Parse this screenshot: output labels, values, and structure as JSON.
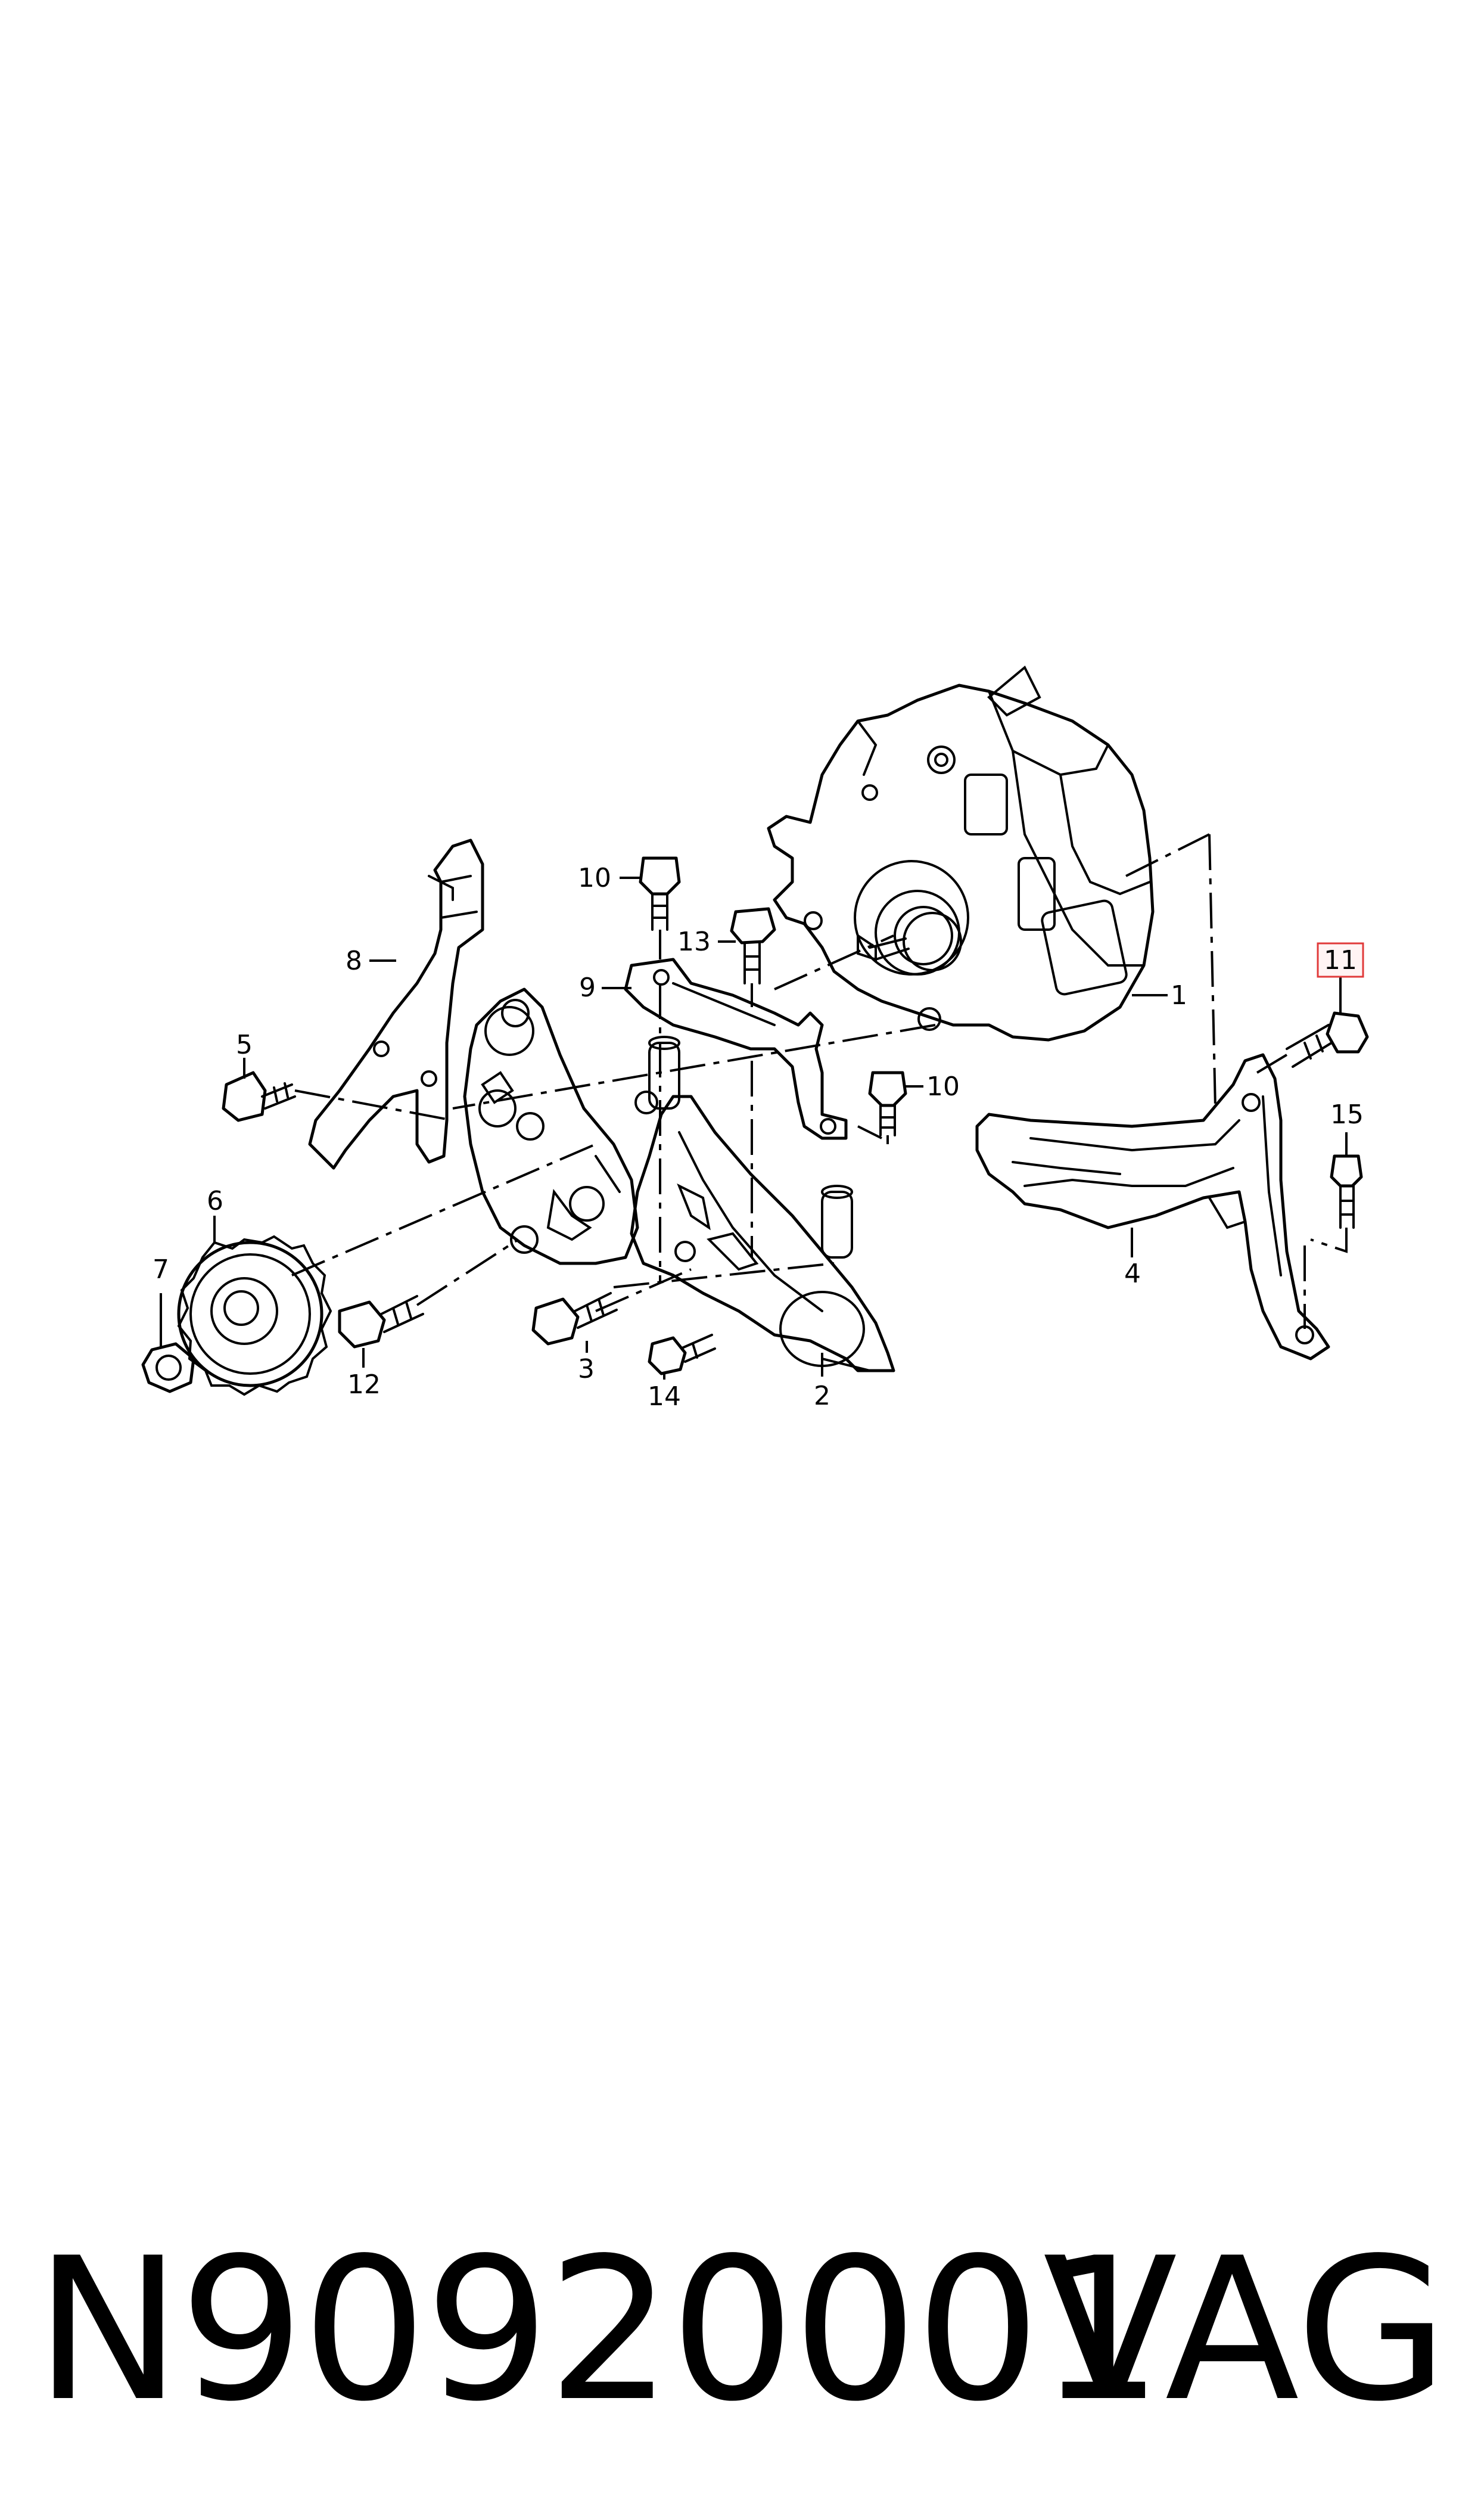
{
  "callouts": {
    "c1": "1",
    "c2": "2",
    "c3": "3",
    "c4": "4",
    "c5": "5",
    "c6": "6",
    "c7": "7",
    "c8": "8",
    "c9": "9",
    "c10a": "10",
    "c10b": "10",
    "c11": "11",
    "c12": "12",
    "c13": "13",
    "c14": "14",
    "c15": "15"
  },
  "highlighted_callout": "11",
  "highlight_color": "#e03a3a",
  "footer": {
    "part_number": "N90920001",
    "brand": "VAG"
  }
}
